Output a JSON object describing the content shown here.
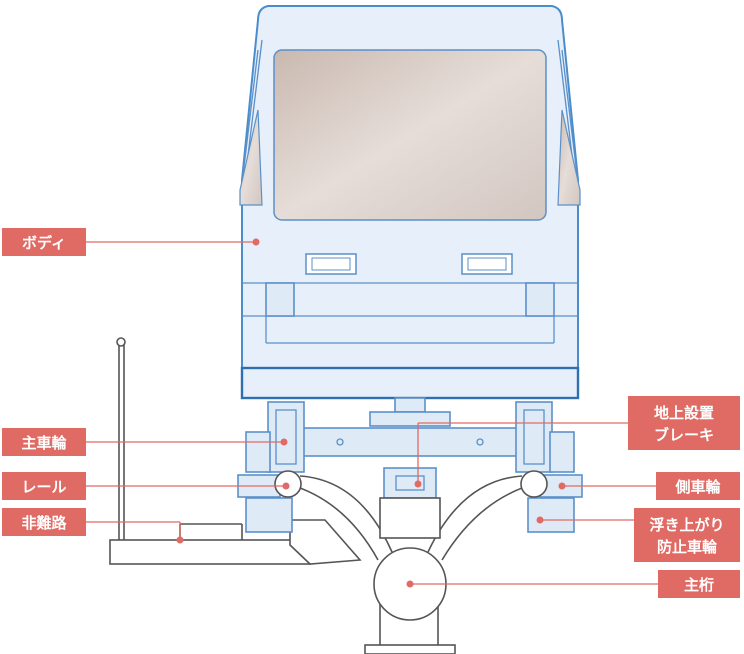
{
  "labels": {
    "body": "ボディ",
    "main_wheel": "主車輪",
    "rail": "レール",
    "evacuation_path": "非難路",
    "ground_brake_line1": "地上設置",
    "ground_brake_line2": "ブレーキ",
    "side_wheel": "側車輪",
    "anti_lift_line1": "浮き上がり",
    "anti_lift_line2": "防止車輪",
    "main_girder": "主桁"
  },
  "colors": {
    "label": "#e06a64",
    "vehicle_outline": "#4a8dcc",
    "vehicle_fill": "#e6effa",
    "structure": "#555555"
  }
}
